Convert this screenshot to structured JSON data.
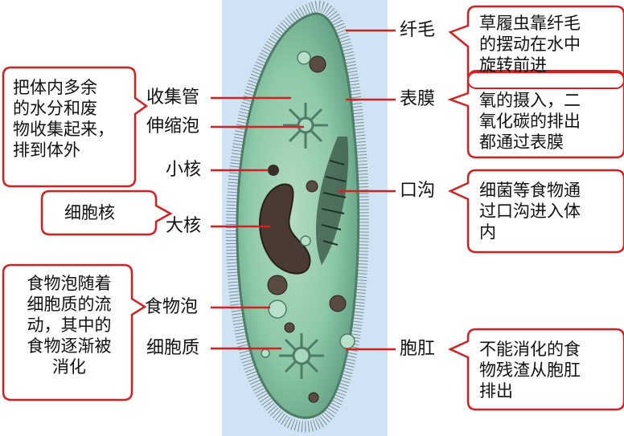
{
  "labels": {
    "cilia": "纤毛",
    "pellicle": "表膜",
    "oral_groove": "口沟",
    "anal_pore": "胞肛",
    "collecting_canal": "收集管",
    "contractile_vacuole": "伸缩泡",
    "micronucleus": "小核",
    "macronucleus": "大核",
    "food_vacuole": "食物泡",
    "cytoplasm": "细胞质"
  },
  "callouts": {
    "cilia": [
      "草履虫靠纤毛",
      "的摆动在水中",
      "旋转前进"
    ],
    "pellicle": [
      "氧的摄入，二",
      "氧化碳的排出",
      "都通过表膜"
    ],
    "oral_groove": [
      "细菌等食物通",
      "过口沟进入体",
      "内"
    ],
    "anal_pore": [
      "不能消化的食",
      "物残渣从胞肛",
      "排出"
    ],
    "contractile": [
      "把体内多余",
      "的水分和废",
      "物收集起来，",
      "排到体外"
    ],
    "nucleus": [
      "细胞核"
    ],
    "food_vacuole": [
      "食物泡随着",
      "细胞质的流",
      "动，其中的",
      "食物逐渐被",
      "消化"
    ]
  },
  "colors": {
    "leader_line": "#d42020",
    "body_fill": "#8ec9a8",
    "background_panel": "#cfe3f5"
  }
}
